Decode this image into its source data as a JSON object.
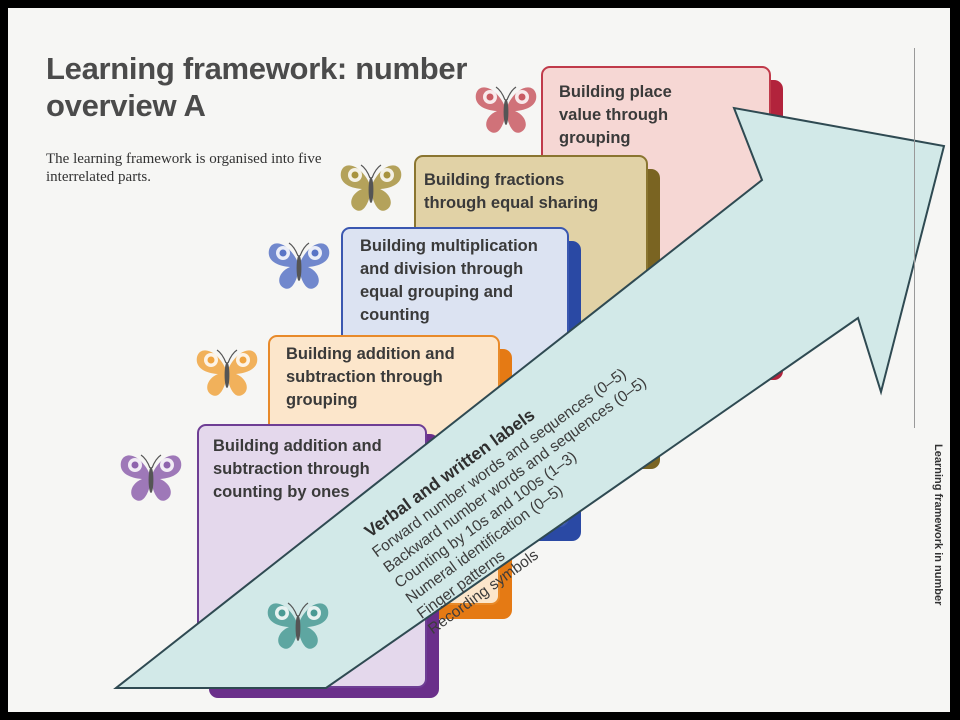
{
  "page": {
    "title_line1": "Learning framework: number",
    "title_line2": "overview A",
    "subtitle": "The learning framework is organised into five interrelated parts.",
    "side_title": "Learning framework in number"
  },
  "cards": [
    {
      "id": "place-value",
      "lines": [
        "Building place",
        "value through",
        "grouping"
      ],
      "fill": "#f6d7d4",
      "border": "#c03a4a",
      "shadow": "#b2233c",
      "butterfly_color": "#c95b63"
    },
    {
      "id": "fractions",
      "lines": [
        "Building fractions",
        "through equal sharing"
      ],
      "fill": "#e1d2a6",
      "border": "#8a7530",
      "shadow": "#7a6422",
      "butterfly_color": "#a8933f"
    },
    {
      "id": "multiplication",
      "lines": [
        "Building multiplication",
        "and division through",
        "equal grouping and",
        "counting"
      ],
      "fill": "#dce3f2",
      "border": "#3a57b0",
      "shadow": "#2a49a4",
      "butterfly_color": "#5974c6"
    },
    {
      "id": "add-sub-grouping",
      "lines": [
        "Building addition and",
        "subtraction through",
        "grouping"
      ],
      "fill": "#fce6cb",
      "border": "#e88a2a",
      "shadow": "#e57a14",
      "butterfly_color": "#f0a440"
    },
    {
      "id": "add-sub-ones",
      "lines": [
        "Building addition and",
        "subtraction through",
        "counting by ones"
      ],
      "fill": "#e4d8ec",
      "border": "#6e3e94",
      "shadow": "#6a2f8a",
      "butterfly_color": "#8e62ad"
    }
  ],
  "arrow": {
    "heading": "Verbal and written labels",
    "items": [
      "Forward number words and sequences (0–5)",
      "Backward number words and sequences (0–5)",
      "Counting by 10s and 100s (1–3)",
      "Numeral identification (0–5)",
      "Finger patterns",
      "Recording symbols"
    ],
    "fill": "#d2e9e8",
    "stroke": "#2f4a52",
    "butterfly_color": "#4a9a94"
  }
}
